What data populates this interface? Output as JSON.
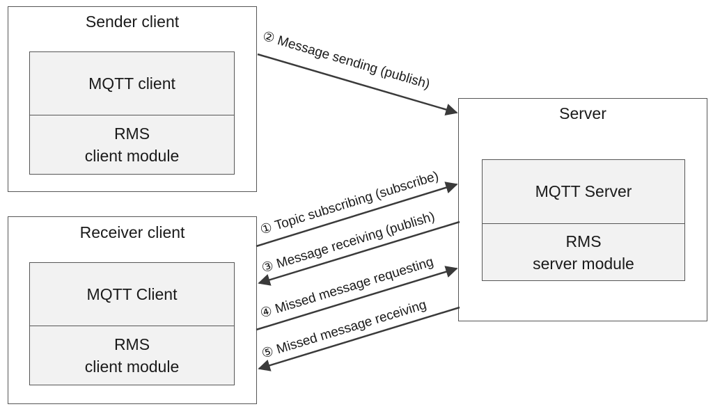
{
  "sender": {
    "title": "Sender client",
    "mqtt": "MQTT client",
    "rms_line1": "RMS",
    "rms_line2": "client module"
  },
  "receiver": {
    "title": "Receiver client",
    "mqtt": "MQTT Client",
    "rms_line1": "RMS",
    "rms_line2": "client module"
  },
  "server": {
    "title": "Server",
    "mqtt": "MQTT Server",
    "rms_line1": "RMS",
    "rms_line2": "server module"
  },
  "arrows": {
    "a2": "② Message sending (publish)",
    "a1": "① Topic subscribing (subscribe)",
    "a3": "③ Message receiving (publish)",
    "a4": "④ Missed message requesting",
    "a5": "⑤ Missed message receiving"
  }
}
